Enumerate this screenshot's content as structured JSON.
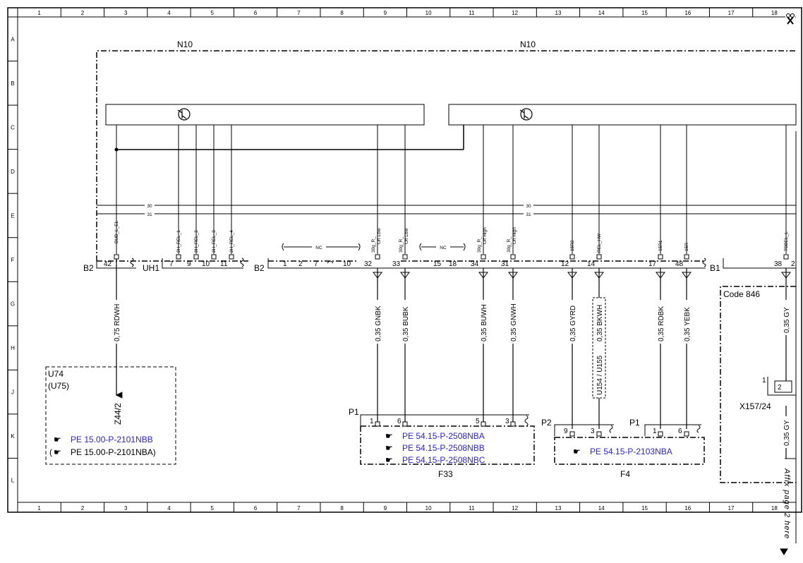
{
  "grid": {
    "columns": [
      "1",
      "2",
      "3",
      "4",
      "5",
      "6",
      "7",
      "8",
      "9",
      "10",
      "11",
      "12",
      "13",
      "14",
      "15",
      "16",
      "17",
      "18"
    ],
    "rows": [
      "A",
      "B",
      "C",
      "D",
      "E",
      "F",
      "G",
      "H",
      "J",
      "K",
      "L"
    ]
  },
  "modules": {
    "n10_left": "N10",
    "n10_right": "N10",
    "code": "Code 846",
    "u74": "U74",
    "u75": "(U75)",
    "z44": "Z44/2",
    "x157": "X157/24",
    "f33": "F33",
    "f4": "F4",
    "p1_f33": "P1",
    "p2_f4": "P2",
    "p1_f4": "P1"
  },
  "connectors": {
    "b2_left": "B2",
    "uh1": "UH1",
    "b2_mid": "B2",
    "b1": "B1",
    "nc": "NC"
  },
  "bus": {
    "line30": "30",
    "line31": "31"
  },
  "signals": {
    "bub": "BUB_L_EL",
    "rel1": "2H_REL_1",
    "rel2": "2H_REL_2",
    "rel3": "2H_REL_3",
    "rel4": "2H_REL_4",
    "s32a": "30g_R_",
    "s32b": "On Low",
    "s33a": "30g_R_",
    "s33b": "Off Low",
    "s34a": "30g_R_",
    "s34b": "Off High",
    "s31a": "30g_R_",
    "s31b": "On High",
    "r2": "15R2",
    "relhw": "REL_HW",
    "r1": "15R1",
    "r": "15R",
    "tbbel": "TBBEL_L"
  },
  "pins": {
    "p42": "42",
    "p7": "7",
    "p9": "9",
    "p10": "10",
    "p11": "11",
    "q1": "1",
    "q2": "2",
    "q7": "7",
    "q10": "10",
    "p32": "32",
    "p33": "33",
    "p15": "15",
    "p18": "18",
    "p34": "34",
    "p31": "31",
    "p12": "12",
    "p14": "14",
    "p17": "17",
    "p48": "48",
    "p38": "38",
    "p2r": "2",
    "f33_1": "1",
    "f33_6": "6",
    "f33_5": "5",
    "f33_3": "3",
    "f4_9": "9",
    "f4_3": "3",
    "f4_1": "1",
    "f4_6": "6",
    "x_1": "1",
    "x_2": "2"
  },
  "wires": {
    "w_rdwh": "0,75 RDWH",
    "w_gnbk": "0,35 GNBK",
    "w_bubk": "0,35 BUBK",
    "w_buwh": "0,35 BUWH",
    "w_gnwh": "0,35 GNWH",
    "w_gyrd": "0,35 GYRD",
    "w_bkwh": "0,35 BKWH",
    "w_u154": "U154 / U155",
    "w_rdbk": "0,35 RDBK",
    "w_yebk": "0,35 YEBK",
    "w_gy1": "0,35 GY",
    "w_gy2": "0,35 GY"
  },
  "refs": {
    "u74_a": "PE 15.00-P-2101NBB",
    "u74_b_open": "(",
    "u74_b": "PE 15.00-P-2101NBA)",
    "f33_a": "PE 54.15-P-2508NBA",
    "f33_b": "PE 54.15-P-2508NBB",
    "f33_c": "PE 54.15-P-2508NBC",
    "f4_a": "PE 54.15-P-2103NBA"
  },
  "affix": "Affix page 2 here",
  "icons": {
    "ref": "pointing-hand-icon",
    "transistor": "transistor-icon",
    "scissors": "scissors-icon"
  },
  "colors": {
    "link": "#2a22d8",
    "ink": "#000000"
  }
}
